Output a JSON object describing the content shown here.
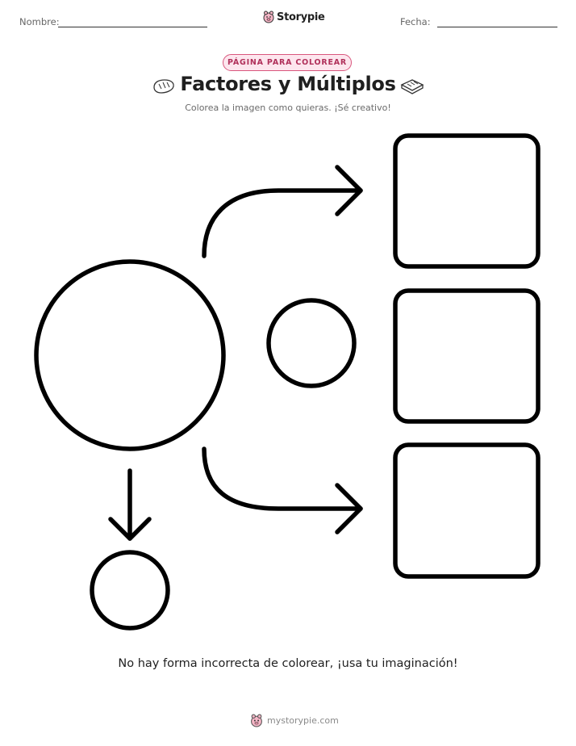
{
  "header": {
    "name_label": "Nombre:",
    "date_label": "Fecha:",
    "brand": "Storypie"
  },
  "badge": "PÁGINA PARA COLOREAR",
  "title": "Factores y Múltiplos",
  "subtitle": "Colorea la imagen como quieras. ¡Sé creativo!",
  "decorations": [
    "bread-icon",
    "bread-icon"
  ],
  "diagram": {
    "shapes": [
      "large-circle",
      "small-circle-center",
      "small-circle-bottom",
      "box-top",
      "box-middle",
      "box-bottom"
    ],
    "arrows": [
      "arrow-up-right",
      "arrow-down-right",
      "arrow-down"
    ]
  },
  "footer": {
    "message": "No hay forma incorrecta de colorear, ¡usa tu imaginación!",
    "site": "mystorypie.com"
  }
}
